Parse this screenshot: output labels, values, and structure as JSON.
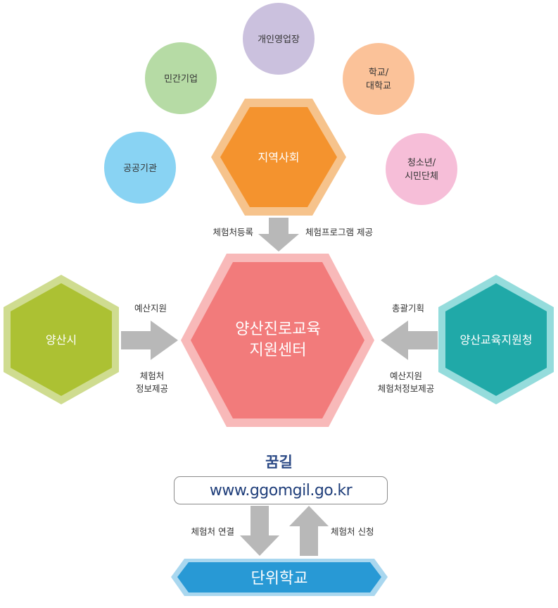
{
  "outer_nodes": [
    {
      "id": "public",
      "label_lines": [
        "공공기관"
      ],
      "color": "#89d3f3"
    },
    {
      "id": "private",
      "label_lines": [
        "민간기업"
      ],
      "color": "#b6dba5"
    },
    {
      "id": "self",
      "label_lines": [
        "개인영업장"
      ],
      "color": "#cbc1de"
    },
    {
      "id": "school",
      "label_lines": [
        "학교/",
        "대학교"
      ],
      "color": "#fbc299"
    },
    {
      "id": "youth",
      "label_lines": [
        "청소년/",
        "시민단체"
      ],
      "color": "#f6bed8"
    }
  ],
  "community": {
    "label": "지역사회",
    "color": "#f4932e",
    "border": "#f6c38c"
  },
  "top_arrow": {
    "left_label": "체험처등록",
    "right_label": "체험프로그램 제공"
  },
  "center": {
    "label_lines": [
      "양산진로교육",
      "지원센터"
    ],
    "color": "#f27b7b",
    "border": "#f8b9b9"
  },
  "left": {
    "label": "양산시",
    "color": "#acc133",
    "border": "#cfdc90",
    "arrow_top_label": "예산지원",
    "arrow_bottom_lines": [
      "체험처",
      "정보제공"
    ]
  },
  "right": {
    "label": "양산교육지원청",
    "color": "#20a9a8",
    "border": "#95dcdc",
    "arrow_top_label": "총괄기획",
    "arrow_bottom_lines": [
      "예산지원",
      "체험처정보제공"
    ]
  },
  "arrow_color": "#b8b8b8",
  "site": {
    "title": "꿈길",
    "url": "www.ggomgil.go.kr"
  },
  "bottom_arrows": {
    "left_label": "체험처 연결",
    "right_label": "체험처 신청"
  },
  "school_unit": {
    "label": "단위학교",
    "color": "#2899d5",
    "border": "#a9d7ef"
  }
}
